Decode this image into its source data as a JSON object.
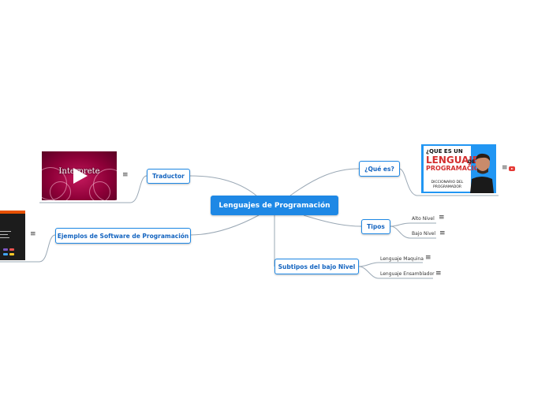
{
  "root": {
    "label": "Lenguajes de Programación"
  },
  "branches": {
    "que_es": {
      "label": "¿Qué es?"
    },
    "tipos": {
      "label": "Tipos",
      "children": [
        {
          "label": "Alto Nivel"
        },
        {
          "label": "Bajo Nivel"
        }
      ]
    },
    "subtipos": {
      "label": "Subtipos del bajo Nivel",
      "children": [
        {
          "label": "Lenguaje Maquina"
        },
        {
          "label": "Lenguaje Ensamblador"
        }
      ]
    },
    "traductor": {
      "label": "Traductor"
    },
    "ejemplos": {
      "label": "Ejemplos de Software de Programación"
    }
  },
  "thumbnails": {
    "interprete": {
      "word": "Interprete"
    },
    "que_es": {
      "line1": "¿QUE ES UN",
      "line2": "LENGUAJE",
      "line3": "PROGRAMACIÓN?",
      "de": "DE",
      "line4": "DICCIONARIO DEL PROGRAMADOR"
    }
  },
  "icons": {
    "note": "notes-icon",
    "video": "youtube-icon"
  },
  "colors": {
    "accent": "#1e88e5",
    "root_fill": "#1e88e5",
    "link": "#90a4ae"
  }
}
